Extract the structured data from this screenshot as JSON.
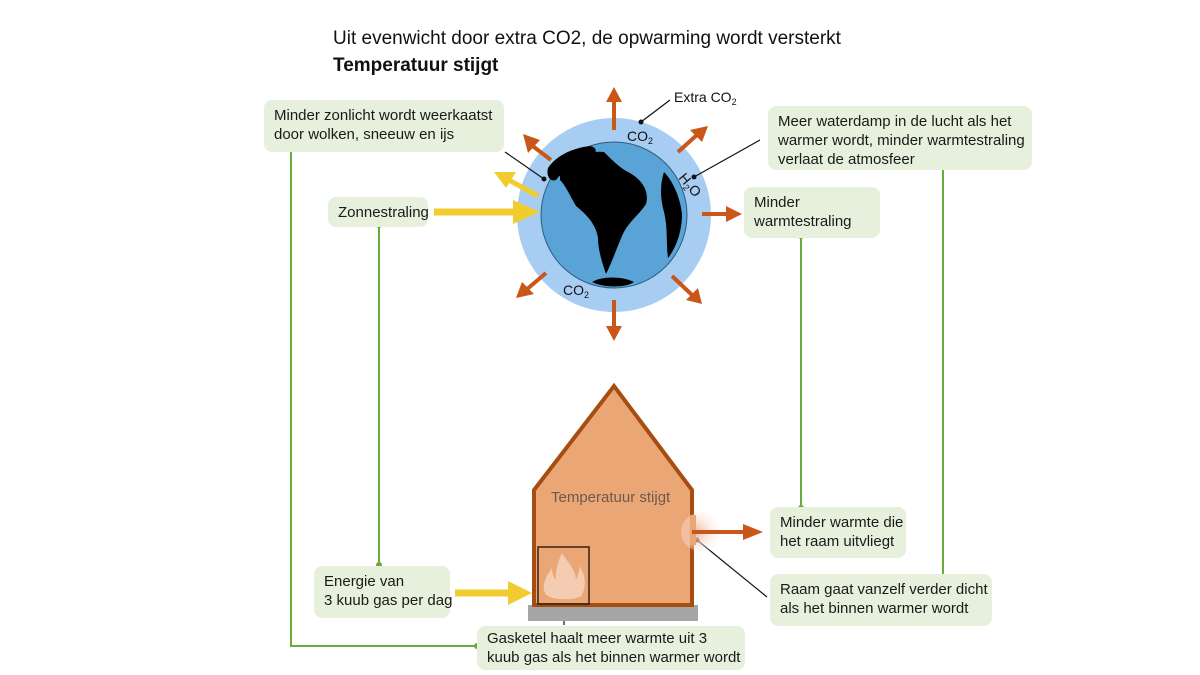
{
  "header": {
    "title": "Uit evenwicht door extra CO2, de opwarming wordt versterkt",
    "subtitle": "Temperatuur stijgt"
  },
  "globe": {
    "labels": {
      "extra_co2": "Extra CO",
      "extra_co2_sub": "2",
      "co2_top": "CO",
      "co2_top_sub": "2",
      "co2_bottom": "CO",
      "co2_bottom_sub": "2",
      "h2o_h": "H",
      "h2o_sub": "2",
      "h2o_o": "O"
    }
  },
  "boxes": {
    "reflection": [
      "Minder zonlicht wordt weerkaatst",
      "door wolken, sneeuw en ijs"
    ],
    "sunlight": [
      "Zonnestraling"
    ],
    "water_vapour": [
      "Meer waterdamp in de lucht als het",
      "warmer wordt, minder warmtestraling",
      "verlaat de atmosfeer"
    ],
    "less_radiation": [
      "Minder",
      "warmtestraling"
    ],
    "gas_energy": [
      "Energie van",
      "3 kuub gas per dag"
    ],
    "boiler": [
      "Gasketel haalt meer warmte uit 3",
      "kuub gas als het binnen warmer wordt"
    ],
    "less_heat_window": [
      "Minder warmte die",
      "het raam uitvliegt"
    ],
    "window_closes": [
      "Raam gaat vanzelf verder dicht",
      "als het binnen warmer wordt"
    ]
  },
  "house": {
    "label": "Temperatuur stijgt"
  },
  "colors": {
    "box_bg": "#e6f0dc",
    "connector_green": "#6aab3c",
    "arrow_orange": "#c9571a",
    "arrow_yellow": "#f0cc2e",
    "atmosphere": "#a8cdf2",
    "ocean": "#5aa3d6",
    "house_fill": "#eba676",
    "house_outline": "#a64d12",
    "ground": "#a6a6a6"
  }
}
